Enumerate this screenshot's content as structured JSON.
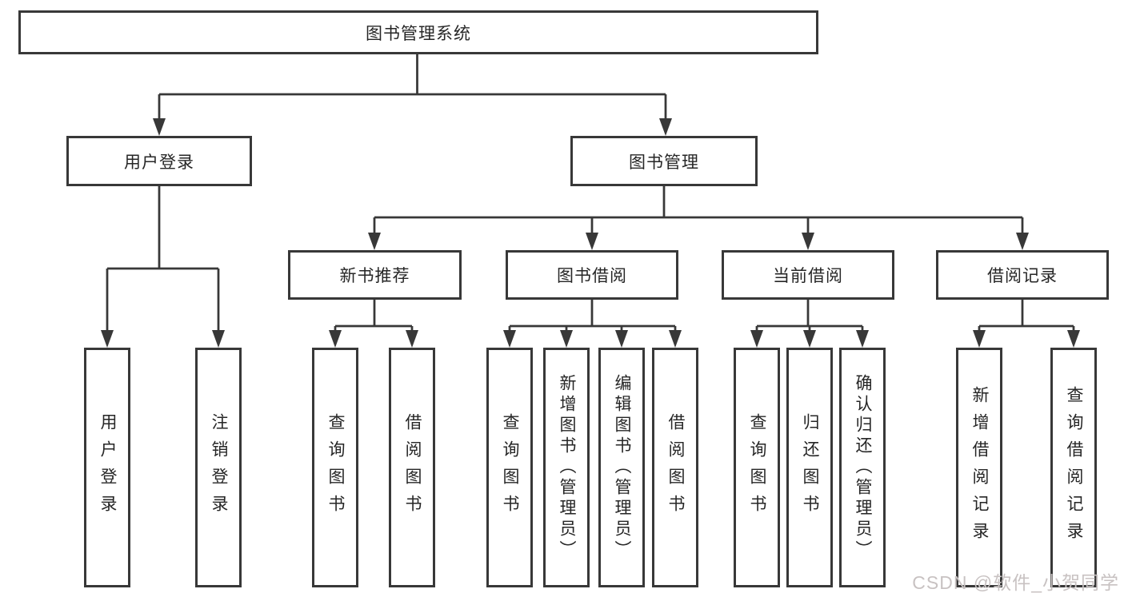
{
  "tree": {
    "label": "图书管理系统",
    "children": [
      {
        "label": "用户登录",
        "children": [
          {
            "label": "用户登录"
          },
          {
            "label": "注销登录"
          }
        ]
      },
      {
        "label": "图书管理",
        "children": [
          {
            "label": "新书推荐",
            "children": [
              {
                "label": "查询图书"
              },
              {
                "label": "借阅图书"
              }
            ]
          },
          {
            "label": "图书借阅",
            "children": [
              {
                "label": "查询图书"
              },
              {
                "label": "新增图书（管理员）"
              },
              {
                "label": "编辑图书（管理员）"
              },
              {
                "label": "借阅图书"
              }
            ]
          },
          {
            "label": "当前借阅",
            "children": [
              {
                "label": "查询图书"
              },
              {
                "label": "归还图书"
              },
              {
                "label": "确认归还（管理员）"
              }
            ]
          },
          {
            "label": "借阅记录",
            "children": [
              {
                "label": "新增借阅记录"
              },
              {
                "label": "查询借阅记录"
              }
            ]
          }
        ]
      }
    ]
  },
  "watermark": {
    "text": "CSDN @软件_小贺同学"
  },
  "colors": {
    "line": "#383838",
    "box_border": "#383838",
    "text": "#262626",
    "watermark": "#c8c2c2",
    "background": "#ffffff"
  }
}
